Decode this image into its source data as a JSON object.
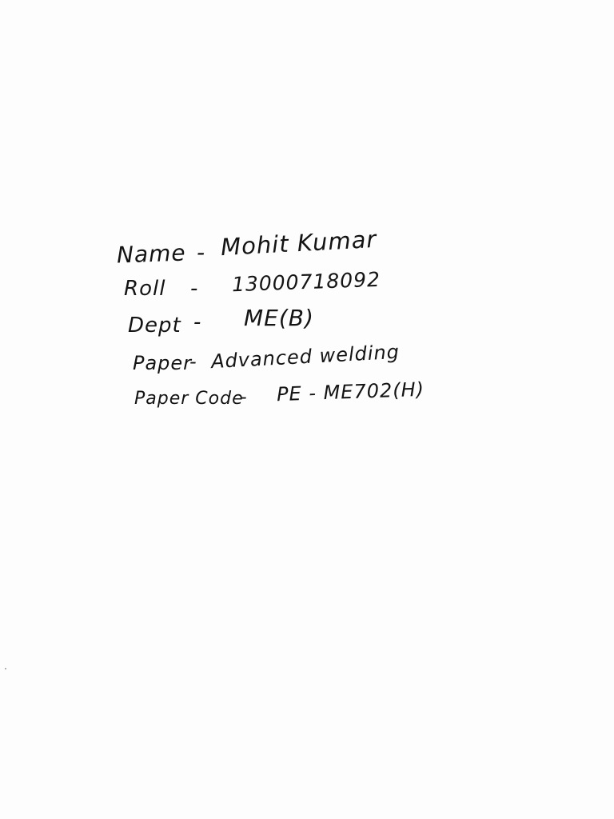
{
  "sheet": {
    "lines": [
      {
        "label": "Name",
        "separator": "-",
        "value": "Mohit Kumar"
      },
      {
        "label": "Roll",
        "separator": "-",
        "value": "13000718092"
      },
      {
        "label": "Dept",
        "separator": "-",
        "value": "ME(B)"
      },
      {
        "label": "Paper",
        "separator": "-",
        "value": "Advanced welding"
      },
      {
        "label": "Paper Code",
        "separator": "-",
        "value": "PE - ME702(H)"
      }
    ]
  },
  "colors": {
    "ink": "#141414",
    "paper": "#fdfdfd"
  }
}
